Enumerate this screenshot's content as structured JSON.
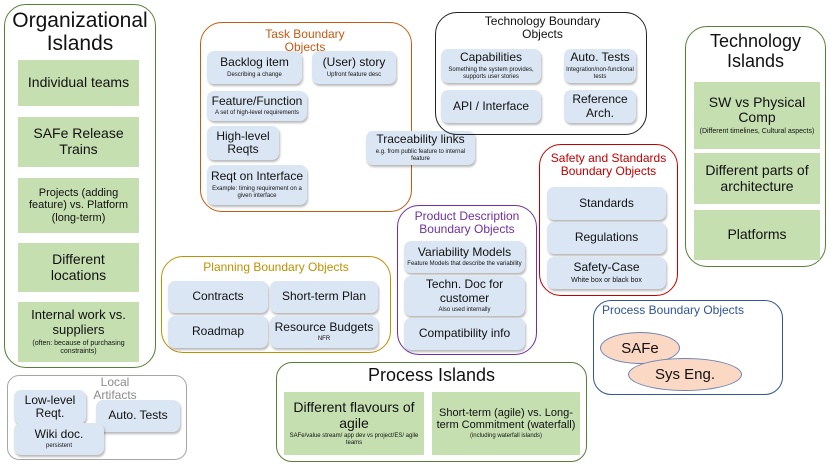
{
  "org_islands": {
    "title": "Organizational Islands",
    "items": [
      {
        "label": "Individual teams",
        "sub": ""
      },
      {
        "label": "SAFe Release Trains",
        "sub": ""
      },
      {
        "label": "Projects (adding feature) vs. Platform (long-term)",
        "sub": ""
      },
      {
        "label": "Different locations",
        "sub": ""
      },
      {
        "label": "Internal work vs. suppliers",
        "sub": "(often: because of purchasing constraints)"
      }
    ]
  },
  "task_boundary": {
    "title": "Task Boundary Objects",
    "items": [
      {
        "label": "Backlog item",
        "sub": "Describing a change"
      },
      {
        "label": "(User) story",
        "sub": "Upfront feature desc"
      },
      {
        "label": "Feature/Function",
        "sub": "A set of high-level requirements"
      },
      {
        "label": "High-level Reqts",
        "sub": ""
      },
      {
        "label": "Reqt on Interface",
        "sub": "Example: timing requirement on a given interface"
      }
    ]
  },
  "traceability": {
    "label": "Traceability links",
    "sub": "e.g. from public feature to internal feature"
  },
  "tech_boundary": {
    "title": "Technology Boundary Objects",
    "items": [
      {
        "label": "Capabilities",
        "sub": "Something the system provides, supports user stories"
      },
      {
        "label": "Auto. Tests",
        "sub": "Integration/non-functional tests"
      },
      {
        "label": "API / Interface",
        "sub": ""
      },
      {
        "label": "Reference Arch.",
        "sub": ""
      }
    ]
  },
  "tech_islands": {
    "title": "Technology Islands",
    "items": [
      {
        "label": "SW vs Physical Comp",
        "sub": "(Different timelines, Cultural aspects)"
      },
      {
        "label": "Different parts of architecture",
        "sub": ""
      },
      {
        "label": "Platforms",
        "sub": ""
      }
    ]
  },
  "safety_boundary": {
    "title": "Safety and Standards Boundary Objects",
    "items": [
      {
        "label": "Standards",
        "sub": ""
      },
      {
        "label": "Regulations",
        "sub": ""
      },
      {
        "label": "Safety-Case",
        "sub": "White box or black box"
      }
    ]
  },
  "product_boundary": {
    "title": "Product Description Boundary Objects",
    "items": [
      {
        "label": "Variability Models",
        "sub": "Feature Models that describe the variability"
      },
      {
        "label": "Techn. Doc for customer",
        "sub": "Also used internally"
      },
      {
        "label": "Compatibility info",
        "sub": ""
      }
    ]
  },
  "planning_boundary": {
    "title": "Planning Boundary Objects",
    "items": [
      {
        "label": "Contracts",
        "sub": ""
      },
      {
        "label": "Short-term Plan",
        "sub": ""
      },
      {
        "label": "Roadmap",
        "sub": ""
      },
      {
        "label": "Resource Budgets",
        "sub": "NFR"
      }
    ]
  },
  "process_boundary": {
    "title": "Process Boundary Objects",
    "items": [
      "SAFe",
      "Sys Eng."
    ]
  },
  "local_artifacts": {
    "title": "Local Artifacts",
    "items": [
      {
        "label": "Low-level Reqt.",
        "sub": ""
      },
      {
        "label": "Auto. Tests",
        "sub": ""
      },
      {
        "label": "Wiki doc.",
        "sub": "persistent"
      }
    ]
  },
  "process_islands": {
    "title": "Process Islands",
    "items": [
      {
        "label": "Different flavours of agile",
        "sub": "SAFe/value stream/ app dev vs project/ES/ agile teams"
      },
      {
        "label": "Short-term (agile) vs. Long-term Commitment (waterfall)",
        "sub": "(including waterfall islands)"
      }
    ]
  },
  "colors": {
    "island_border": "#538135",
    "island_fill": "#c6dfb1",
    "box_fill": "#dbe6f4",
    "task_border": "#c55a11",
    "safety_border": "#c00000",
    "product_border": "#7030a0",
    "planning_border": "#bf9000",
    "process_border": "#2f5597",
    "local_border": "#a6a6a6",
    "ellipse_fill": "#fbd8c4"
  }
}
